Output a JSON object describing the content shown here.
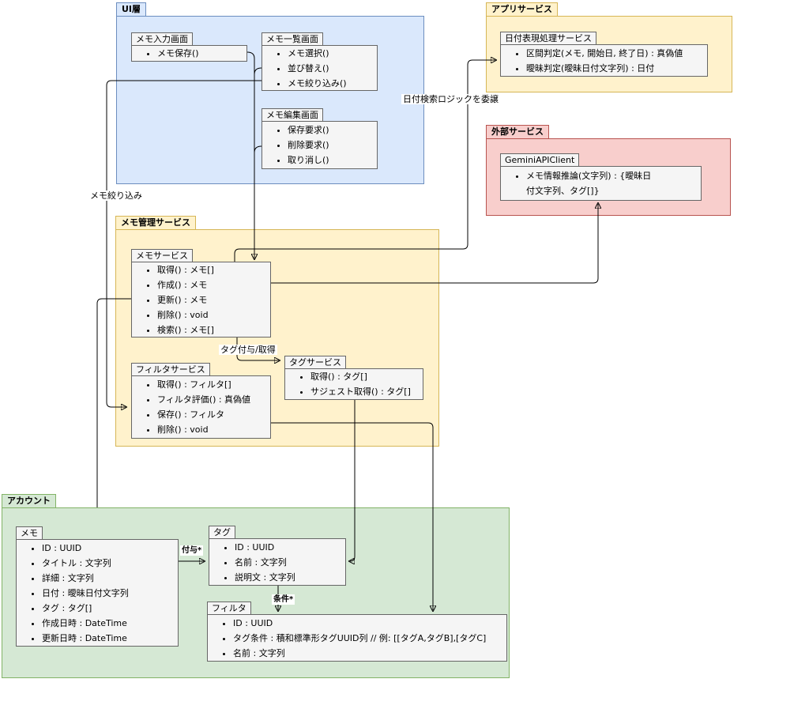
{
  "diagram": {
    "type": "uml-architecture-diagram"
  },
  "colors": {
    "ui_layer_fill": "#dae8fc",
    "ui_layer_border": "#6c8ebf",
    "service_fill": "#fff2cc",
    "service_border": "#d6b656",
    "external_fill": "#f8cecc",
    "external_border": "#b85450",
    "account_fill": "#d5e8d4",
    "account_border": "#82b366",
    "class_fill": "#f5f5f5",
    "class_border": "#666666",
    "edge_color": "#000000"
  },
  "groups": {
    "ui_layer": {
      "label": "UI層",
      "classes": {
        "memo_input": {
          "title": "メモ入力画面",
          "methods": [
            "メモ保存()"
          ]
        },
        "memo_list": {
          "title": "メモ一覧画面",
          "methods": [
            "メモ選択()",
            "並び替え()",
            "メモ絞り込み()"
          ]
        },
        "memo_edit": {
          "title": "メモ編集画面",
          "methods": [
            "保存要求()",
            "削除要求()",
            "取り消し()"
          ]
        }
      }
    },
    "app_service": {
      "label": "アプリサービス",
      "classes": {
        "date_service": {
          "title": "日付表現処理サービス",
          "methods": [
            "区間判定(メモ, 開始日, 終了日) : 真偽値",
            "曖昧判定(曖昧日付文字列) : 日付"
          ]
        }
      }
    },
    "external_service": {
      "label": "外部サービス",
      "classes": {
        "gemini_client": {
          "title": "GeminiAPIClient",
          "methods": [
            "メモ情報推論(文字列) : {曖昧日付文字列、タグ[]}"
          ]
        }
      }
    },
    "memo_mgmt": {
      "label": "メモ管理サービス",
      "classes": {
        "memo_service": {
          "title": "メモサービス",
          "methods": [
            "取得() : メモ[]",
            "作成() : メモ",
            "更新() : メモ",
            "削除() : void",
            "検索() : メモ[]"
          ]
        },
        "filter_service": {
          "title": "フィルタサービス",
          "methods": [
            "取得() : フィルタ[]",
            "フィルタ評価() : 真偽値",
            "保存() : フィルタ",
            "削除() : void"
          ]
        },
        "tag_service": {
          "title": "タグサービス",
          "methods": [
            "取得() : タグ[]",
            "サジェスト取得() : タグ[]"
          ]
        }
      }
    },
    "account": {
      "label": "アカウント",
      "classes": {
        "memo_entity": {
          "title": "メモ",
          "methods": [
            "ID : UUID",
            "タイトル : 文字列",
            "詳細 : 文字列",
            "日付 : 曖昧日付文字列",
            "タグ : タグ[]",
            "作成日時 : DateTime",
            "更新日時 : DateTime"
          ]
        },
        "tag_entity": {
          "title": "タグ",
          "methods": [
            "ID : UUID",
            "名前 : 文字列",
            "説明文 : 文字列"
          ]
        },
        "filter_entity": {
          "title": "フィルタ",
          "methods": [
            "ID : UUID",
            "タグ条件 : 積和標準形タグUUID列 // 例: [[タグA,タグB],[タグC]",
            "名前 : 文字列"
          ]
        }
      }
    }
  },
  "edges": [
    {
      "from": "メモ入力画面",
      "to": "メモサービス",
      "label": ""
    },
    {
      "from": "メモ一覧画面",
      "to": "メモサービス",
      "label": ""
    },
    {
      "from": "メモ編集画面",
      "to": "メモサービス",
      "label": ""
    },
    {
      "from": "メモ一覧画面",
      "to": "フィルタサービス",
      "label": "メモ絞り込み"
    },
    {
      "from": "メモサービス",
      "to": "日付表現処理サービス",
      "label": "日付検索ロジックを委譲"
    },
    {
      "from": "メモサービス",
      "to": "GeminiAPIClient",
      "label": ""
    },
    {
      "from": "メモサービス",
      "to": "タグサービス",
      "label": "タグ付与/取得"
    },
    {
      "from": "メモサービス",
      "to": "メモ",
      "label": ""
    },
    {
      "from": "フィルタサービス",
      "to": "フィルタ",
      "label": ""
    },
    {
      "from": "タグサービス",
      "to": "タグ",
      "label": ""
    },
    {
      "from": "メモ",
      "to": "タグ",
      "label": "付与*"
    },
    {
      "from": "タグ",
      "to": "フィルタ",
      "label": "条件*"
    }
  ]
}
